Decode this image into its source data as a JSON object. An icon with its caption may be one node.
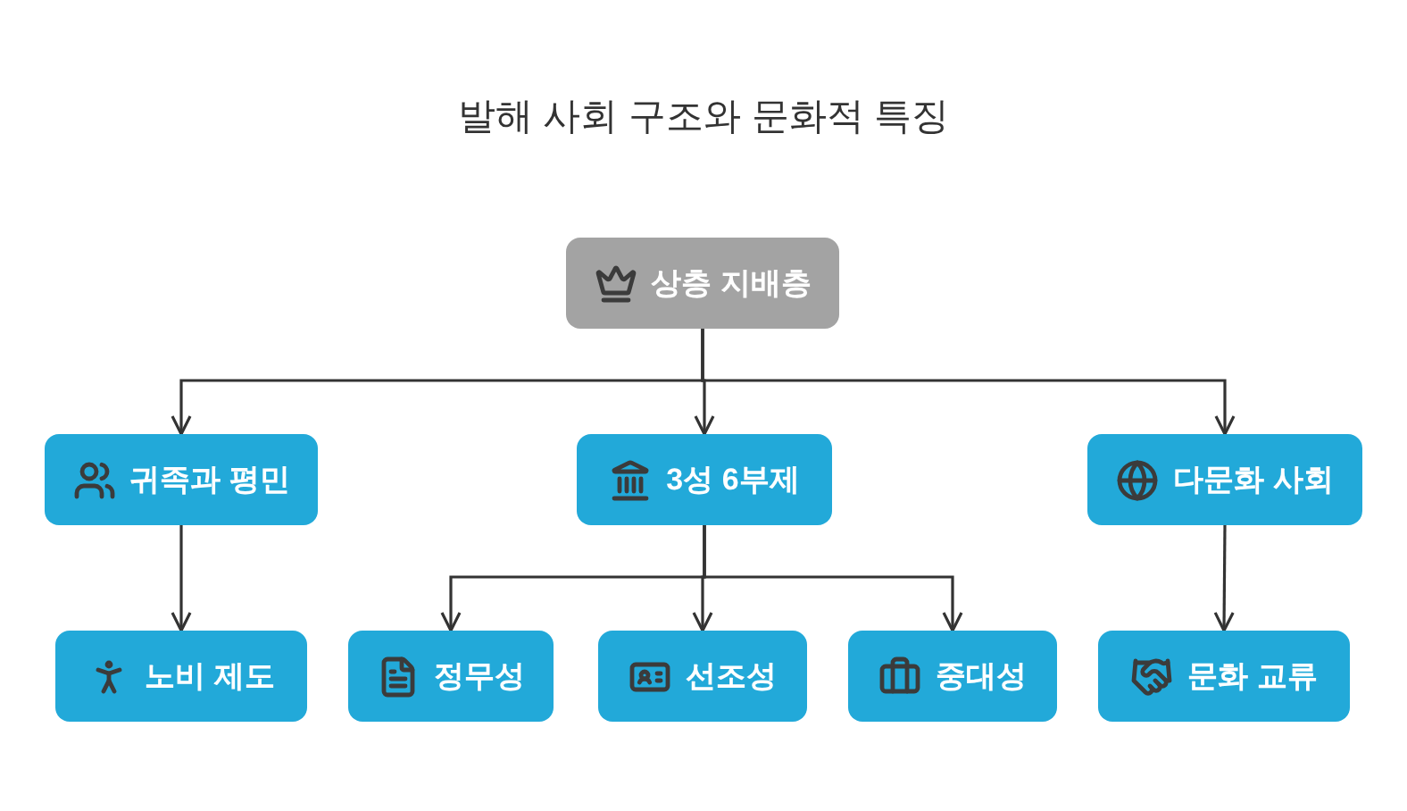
{
  "diagram": {
    "title": "발해 사회 구조와 문화적 특징",
    "nodes": [
      {
        "text": [
          "상층 지배층"
        ]
      },
      {
        "text": [
          "귀족과 평민"
        ]
      },
      {
        "text": [
          "3성 6부제"
        ]
      },
      {
        "text": [
          "다문화 사회"
        ]
      },
      {
        "text": [
          "노비 제도"
        ]
      },
      {
        "text": [
          "정무성"
        ]
      },
      {
        "text": [
          "선조성"
        ]
      },
      {
        "text": [
          "중대성"
        ]
      },
      {
        "text": [
          "문화 교류"
        ]
      }
    ],
    "edges": [
      {
        "from": 0,
        "to": 1,
        "arrow": "to"
      },
      {
        "from": 0,
        "to": 2,
        "arrow": "to"
      },
      {
        "from": 0,
        "to": 3,
        "arrow": "to"
      },
      {
        "from": 1,
        "to": 4,
        "arrow": "to"
      },
      {
        "from": 2,
        "to": 5,
        "arrow": "to"
      },
      {
        "from": 2,
        "to": 6,
        "arrow": "to"
      },
      {
        "from": 2,
        "to": 7,
        "arrow": "to"
      },
      {
        "from": 3,
        "to": 8,
        "arrow": "to"
      }
    ]
  }
}
